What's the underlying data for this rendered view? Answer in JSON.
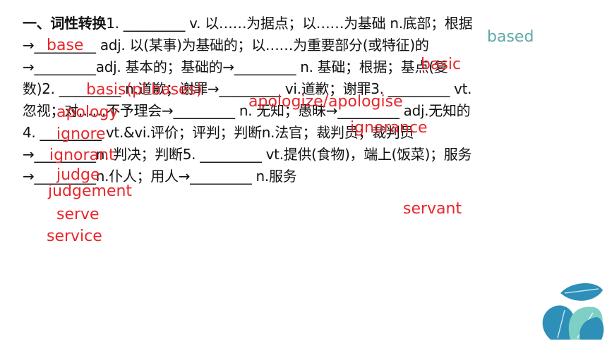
{
  "lines": [
    {
      "head": "一、词性转换",
      "text": "1. _________ v. 以……为据点；以……为基础 n.底部；根据"
    },
    {
      "text": "→_________ adj. 以(某事)为基础的；以……为重要部分(或特征)的"
    },
    {
      "text": "→_________adj. 基本的；基础的→_________ n. 基础；根据；基点(复"
    },
    {
      "text": "数)2. _________ n.道歉；谢罪→_________ vi.道歉；谢罪3. _________ vt."
    },
    {
      "text": "忽视；对……不予理会→_________ n. 无知；愚昧→_________ adj.无知的"
    },
    {
      "text": "4. _________ vt.&vi.评价；评判；判断n.法官；裁判员；裁判员"
    },
    {
      "text": "→_________n. 判决；判断5. _________ vt.提供(食物)，端上(饭菜)；服务"
    },
    {
      "text": "→_________n.仆人；用人→_________ n.服务"
    }
  ],
  "answers": {
    "base": "base",
    "based": "based",
    "basic": "basic",
    "basis": "basis(pl.bases)",
    "apology": "apology",
    "apologize": "apologize/apologise",
    "ignore": "ignore",
    "ignorance": "ignorance",
    "ignorant": "ignorant",
    "judge": "judge",
    "judgement": "judgement",
    "serve": "serve",
    "servant": "servant",
    "service": "service"
  },
  "colors": {
    "answer": "#e8262b",
    "answer_alt": "#5fa8a8",
    "text": "#111111"
  }
}
